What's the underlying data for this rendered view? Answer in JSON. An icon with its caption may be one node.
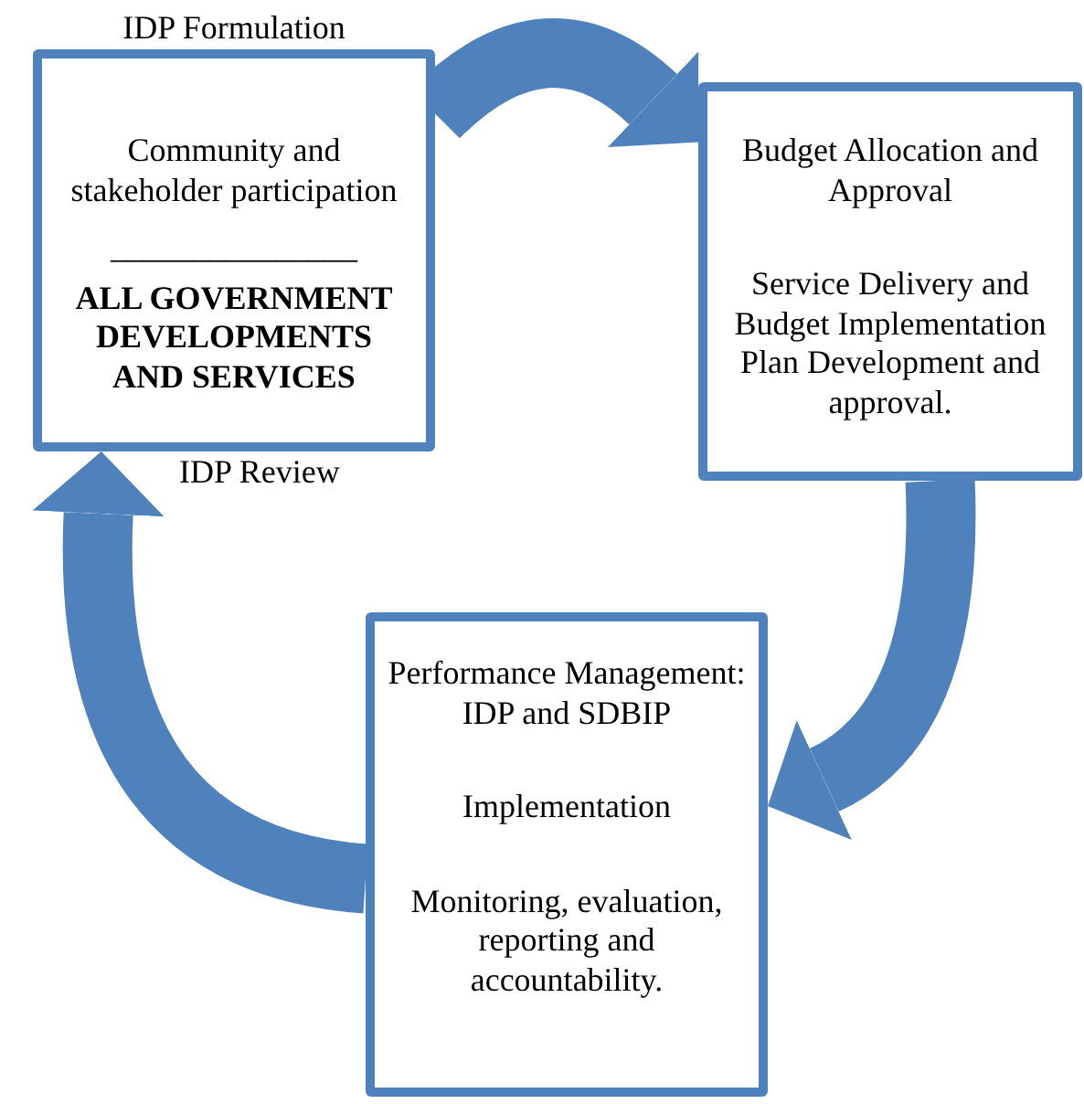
{
  "diagram": {
    "nodes": [
      {
        "text": [
          "IDP Formulation",
          "Community and stakeholder participation",
          "_______________",
          "ALL GOVERNMENT DEVELOPMENTS AND SERVICES"
        ],
        "beside": [
          "IDP Review"
        ]
      },
      {
        "text": [
          "Budget Allocation and Approval",
          "Service Delivery and Budget Implementation Plan Development and approval."
        ]
      },
      {
        "text": [
          "Performance Management: IDP and SDBIP",
          "Implementation",
          "Monitoring, evaluation, reporting and accountability."
        ]
      }
    ],
    "edges": [
      {
        "from": 0,
        "to": 1,
        "arrow": "to"
      },
      {
        "from": 1,
        "to": 2,
        "arrow": "to"
      },
      {
        "from": 2,
        "to": 0,
        "arrow": "to"
      }
    ]
  }
}
